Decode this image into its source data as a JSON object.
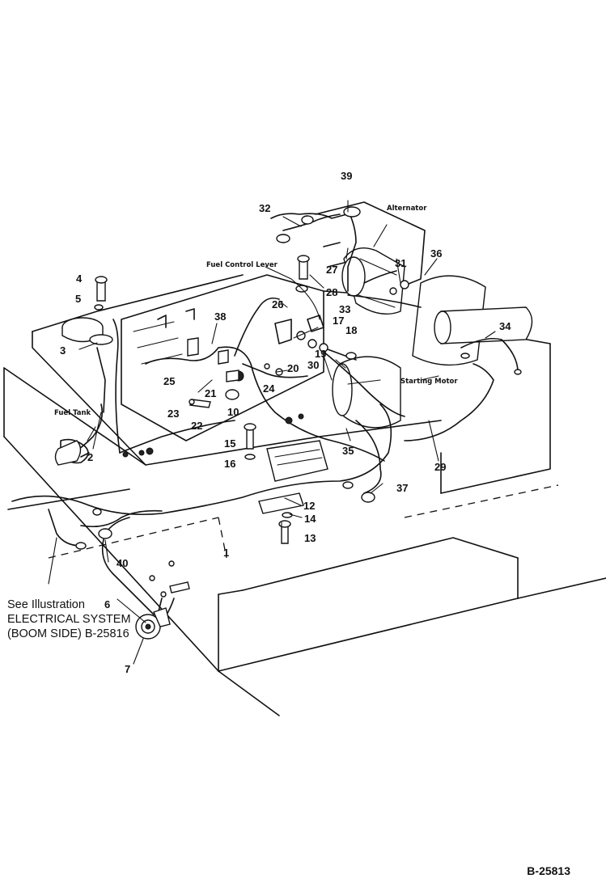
{
  "component_labels": {
    "alternator": "Alternator",
    "fuel_control_lever": "Fuel Control Lever",
    "starting_motor": "Starting Motor",
    "fuel_tank": "Fuel Tank"
  },
  "callouts": {
    "c1": "1",
    "c2": "2",
    "c3": "3",
    "c4": "4",
    "c5": "5",
    "c6": "6",
    "c7": "7",
    "c10": "10",
    "c12": "12",
    "c13": "13",
    "c14": "14",
    "c15": "15",
    "c16": "16",
    "c17": "17",
    "c18": "18",
    "c19": "19",
    "c20": "20",
    "c21": "21",
    "c22": "22",
    "c23": "23",
    "c24": "24",
    "c25": "25",
    "c26": "26",
    "c27": "27",
    "c28": "28",
    "c29": "29",
    "c30": "30",
    "c31": "31",
    "c32": "32",
    "c33": "33",
    "c34": "34",
    "c35": "35",
    "c36": "36",
    "c37": "37",
    "c38": "38",
    "c39": "39",
    "c40": "40"
  },
  "reference_note": "See Illustration ELECTRICAL SYSTEM (BOOM SIDE) B-25816",
  "figure_number": "B-25813"
}
